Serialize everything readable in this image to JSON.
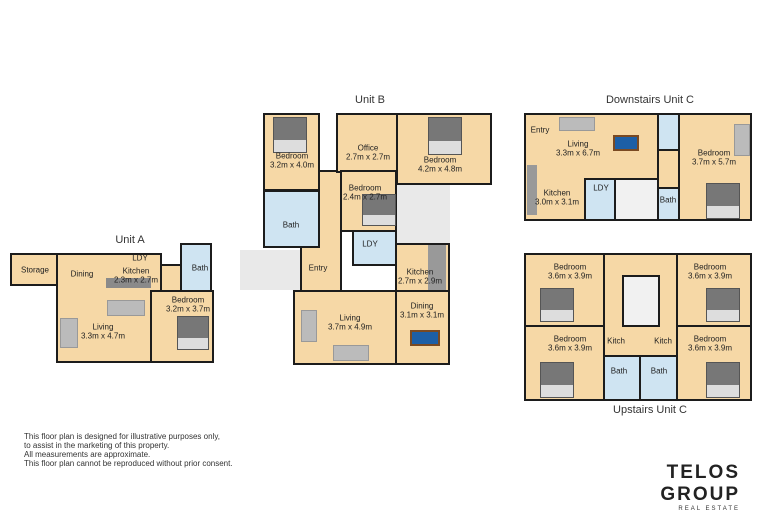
{
  "units": {
    "unit_a": {
      "title": "Unit A",
      "rooms": {
        "storage": "Storage",
        "dining": "Dining",
        "ldy": "LDY",
        "kitchen": "Kitchen",
        "kitchen_size": "2.3m x 2.7m",
        "bath": "Bath",
        "bedroom": "Bedroom",
        "bedroom_size": "3.2m x 3.7m",
        "living": "Living",
        "living_size": "3.3m x 4.7m"
      }
    },
    "unit_b": {
      "title": "Unit B",
      "rooms": {
        "bedroom1": "Bedroom",
        "bedroom1_size": "3.2m x 4.0m",
        "office": "Office",
        "office_size": "2.7m x 2.7m",
        "bedroom2": "Bedroom",
        "bedroom2_size": "4.2m x 4.8m",
        "bedroom3": "Bedroom",
        "bedroom3_size": "2.4m x 2.7m",
        "bath": "Bath",
        "ldy": "LDY",
        "entry": "Entry",
        "kitchen": "Kitchen",
        "kitchen_size": "2.7m x 2.9m",
        "dining": "Dining",
        "dining_size": "3.1m x 3.1m",
        "living": "Living",
        "living_size": "3.7m x 4.9m"
      }
    },
    "downstairs_c": {
      "title": "Downstairs Unit C",
      "rooms": {
        "entry": "Entry",
        "living": "Living",
        "living_size": "3.3m x 6.7m",
        "kitchen": "Kitchen",
        "kitchen_size": "3.0m x 3.1m",
        "ldy": "LDY",
        "bath": "Bath",
        "bedroom": "Bedroom",
        "bedroom_size": "3.7m x 5.7m"
      }
    },
    "upstairs_c": {
      "title": "Upstairs Unit C",
      "rooms": {
        "bedroom_tl": "Bedroom",
        "bedroom_tl_size": "3.6m x 3.9m",
        "bedroom_bl": "Bedroom",
        "bedroom_bl_size": "3.6m x 3.9m",
        "bedroom_tr": "Bedroom",
        "bedroom_tr_size": "3.6m x 3.9m",
        "bedroom_br": "Bedroom",
        "bedroom_br_size": "3.6m x 3.9m",
        "kitch_left": "Kitch",
        "kitch_right": "Kitch",
        "bath_left": "Bath",
        "bath_right": "Bath"
      }
    }
  },
  "disclaimer": [
    "This floor plan is designed for illustrative purposes only,",
    "to assist in the marketing of this property.",
    "All measurements are approximate.",
    "This floor plan cannot be reproduced without prior consent."
  ],
  "logo": {
    "name": "TELOS GROUP",
    "tagline": "REAL ESTATE"
  },
  "colors": {
    "floor": "#f6d8a6",
    "wet_area": "#cfe4f2",
    "wall": "#1c1c1c",
    "dining_table": "#1d5fa6"
  }
}
